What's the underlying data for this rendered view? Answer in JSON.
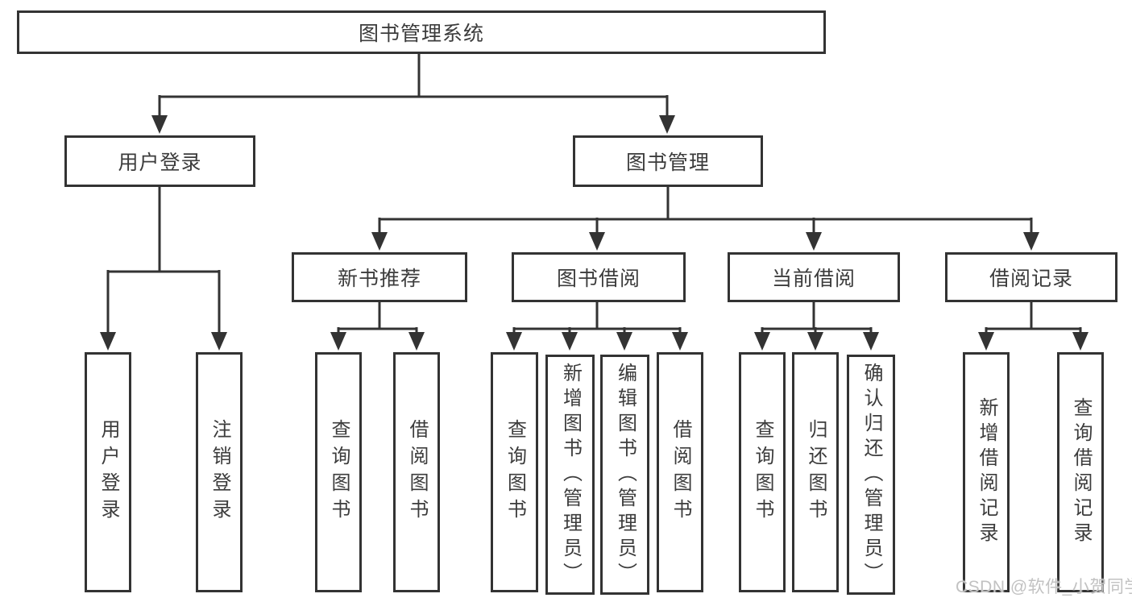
{
  "diagram": {
    "type": "hierarchy-tree",
    "colors": {
      "line": "#333333",
      "border": "#333333",
      "text": "#3c3c3c",
      "background": "#ffffff",
      "watermark": "#c2c2c2"
    },
    "watermark": "CSDN @软件_小贺同学",
    "nodes": {
      "root": {
        "label": "图书管理系统"
      },
      "user_login": {
        "label": "用户登录",
        "children": [
          {
            "label": "用户登录"
          },
          {
            "label": "注销登录"
          }
        ]
      },
      "book_mgmt": {
        "label": "图书管理",
        "children": [
          {
            "label": "新书推荐",
            "children": [
              {
                "label": "查询图书"
              },
              {
                "label": "借阅图书"
              }
            ]
          },
          {
            "label": "图书借阅",
            "children": [
              {
                "label": "查询图书"
              },
              {
                "label": "新增图书（管理员）"
              },
              {
                "label": "编辑图书（管理员）"
              },
              {
                "label": "借阅图书"
              }
            ]
          },
          {
            "label": "当前借阅",
            "children": [
              {
                "label": "查询图书"
              },
              {
                "label": "归还图书"
              },
              {
                "label": "确认归还（管理员）"
              }
            ]
          },
          {
            "label": "借阅记录",
            "children": [
              {
                "label": "新增借阅记录"
              },
              {
                "label": "查询借阅记录"
              }
            ]
          }
        ]
      }
    }
  }
}
